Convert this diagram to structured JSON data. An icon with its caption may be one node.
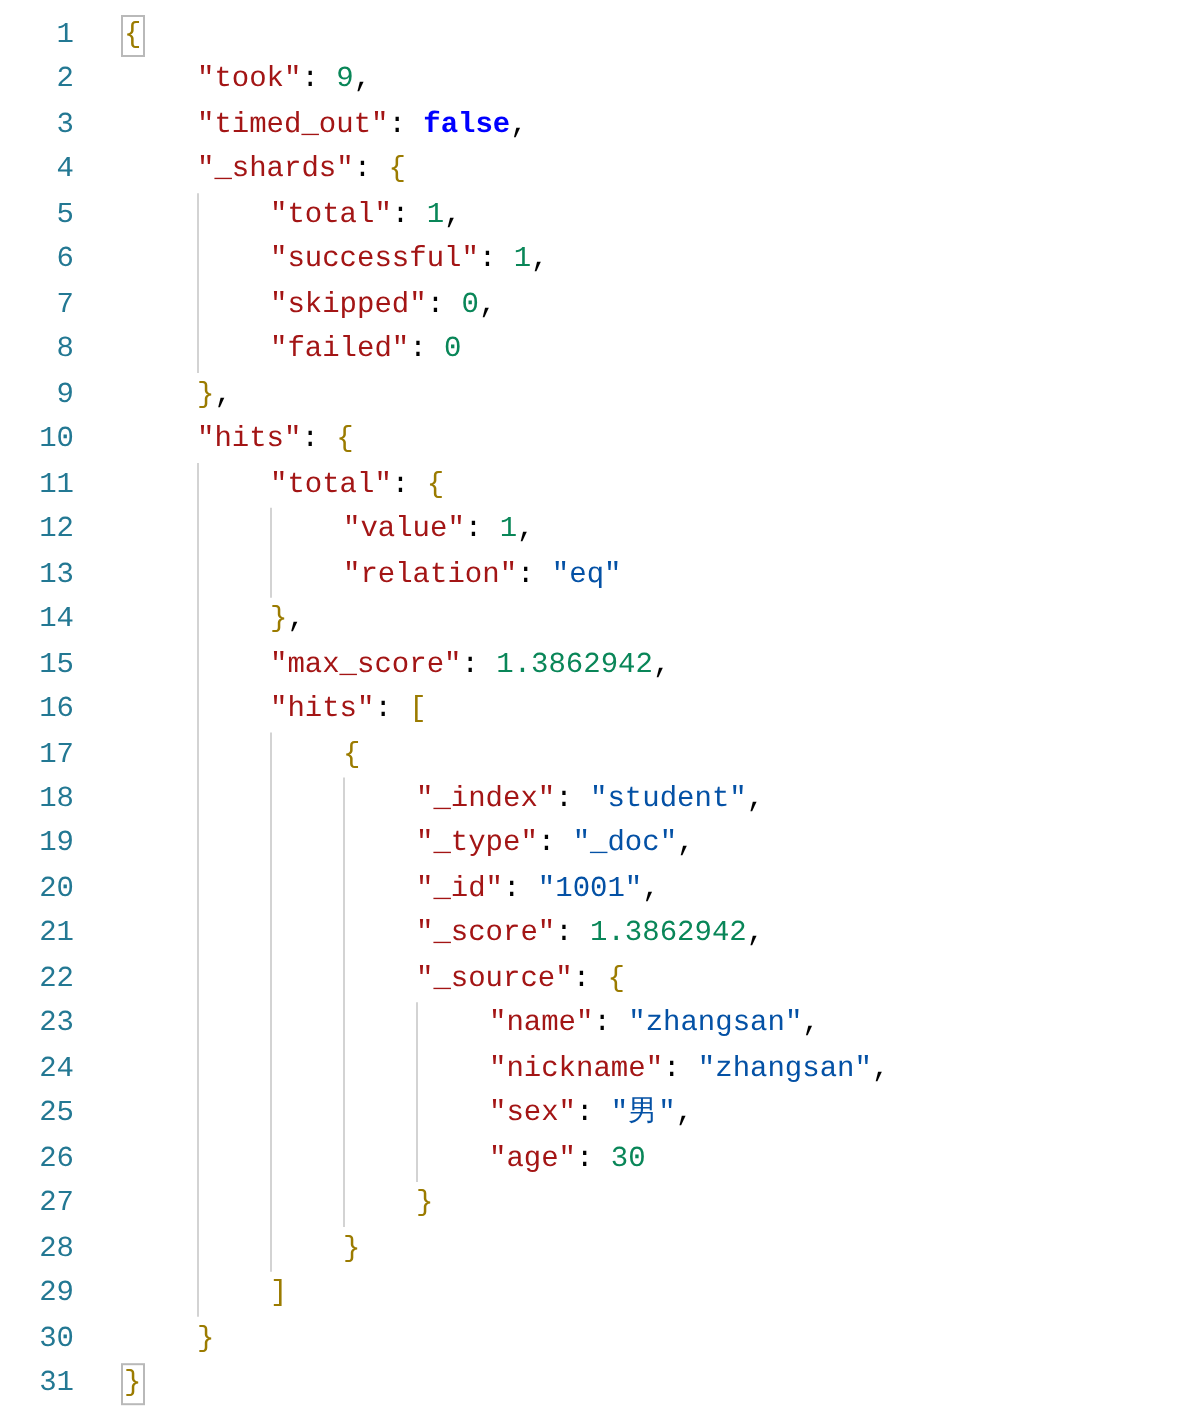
{
  "diagram": {
    "labels": [
      "1",
      "{",
      "2",
      "\"took\": 9,",
      "3",
      "\"timed_out\": false,",
      "4",
      "\"_shards\": {",
      "5",
      "\"total\": 1,",
      "6",
      "\"successful\": 1,",
      "7",
      "\"skipped\": 0,",
      "8",
      "\"failed\": 0",
      "9",
      "},",
      "10",
      "\"hits\": {",
      "11",
      "\"total\": {",
      "12",
      "\"value\": 1,",
      "13",
      "\"relation\": \"eq\"",
      "14",
      "},",
      "15",
      "\"max_score\": 1.3862942,",
      "16",
      "\"hits\": [",
      "17",
      "{",
      "18",
      "\"_index\": \"student\",",
      "19",
      "\"_type\": \"_doc\",",
      "20",
      "\"_id\": \"1001\",",
      "21",
      "\"_score\": 1.3862942,",
      "22",
      "\"_source\": {",
      "23",
      "\"name\": \"zhangsan\",",
      "24",
      "\"nickname\": \"zhangsan\",",
      "25",
      "\"sex\": \"男\",",
      "26",
      "\"age\": 30",
      "27",
      "}",
      "28",
      "}",
      "29",
      "]",
      "30",
      "}",
      "31",
      "}"
    ]
  }
}
